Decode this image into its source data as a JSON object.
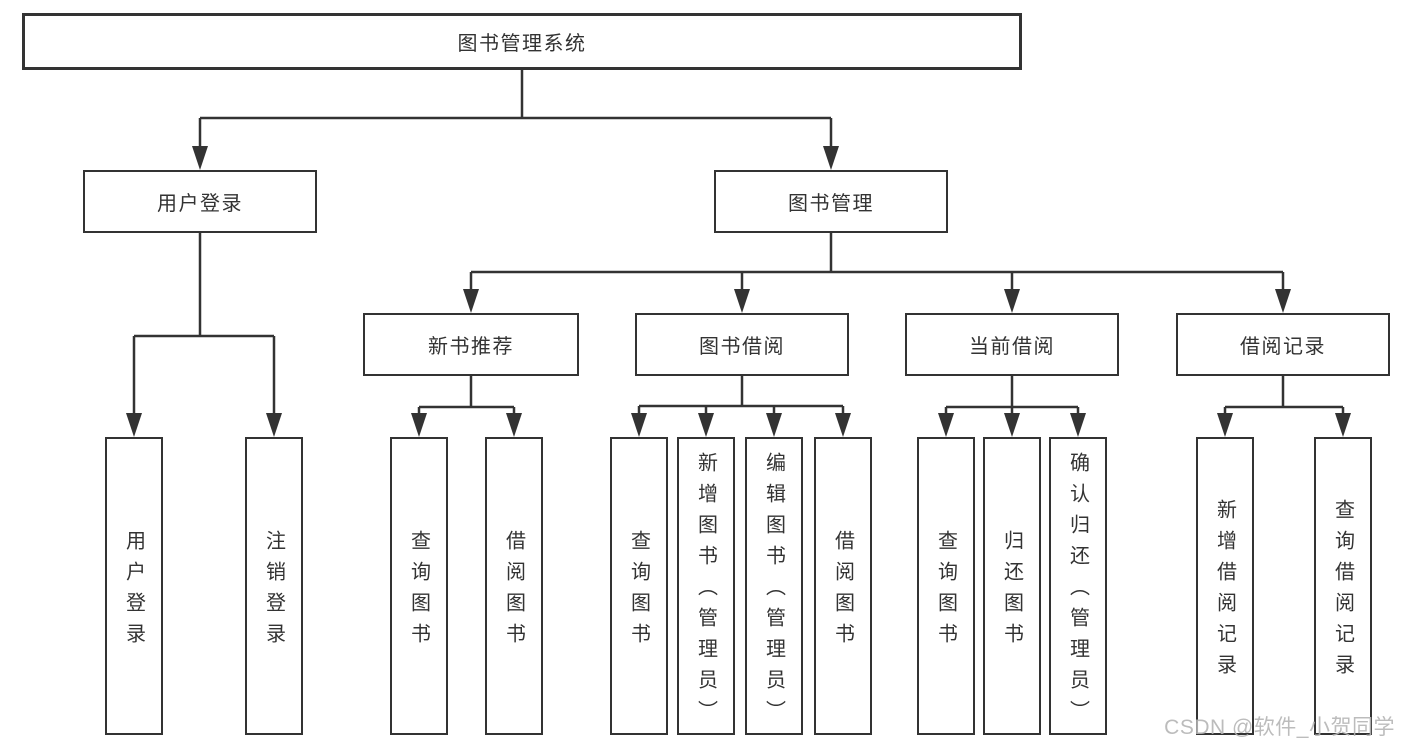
{
  "tree": {
    "root": {
      "label": "图书管理系统"
    },
    "branches": [
      {
        "label": "用户登录",
        "children": [
          {
            "label": "用户登录"
          },
          {
            "label": "注销登录"
          }
        ]
      },
      {
        "label": "图书管理",
        "children": [
          {
            "label": "新书推荐",
            "children": [
              {
                "label": "查询图书"
              },
              {
                "label": "借阅图书"
              }
            ]
          },
          {
            "label": "图书借阅",
            "children": [
              {
                "label": "查询图书"
              },
              {
                "label": "新增图书（管理员）"
              },
              {
                "label": "编辑图书（管理员）"
              },
              {
                "label": "借阅图书"
              }
            ]
          },
          {
            "label": "当前借阅",
            "children": [
              {
                "label": "查询图书"
              },
              {
                "label": "归还图书"
              },
              {
                "label": "确认归还（管理员）"
              }
            ]
          },
          {
            "label": "借阅记录",
            "children": [
              {
                "label": "新增借阅记录"
              },
              {
                "label": "查询借阅记录"
              }
            ]
          }
        ]
      }
    ]
  },
  "watermark": "CSDN @软件_小贺同学",
  "colors": {
    "line": "#333333",
    "text": "#333333",
    "box_background": "#ffffff",
    "watermark": "#b5b5b5",
    "background": "#ffffff"
  }
}
